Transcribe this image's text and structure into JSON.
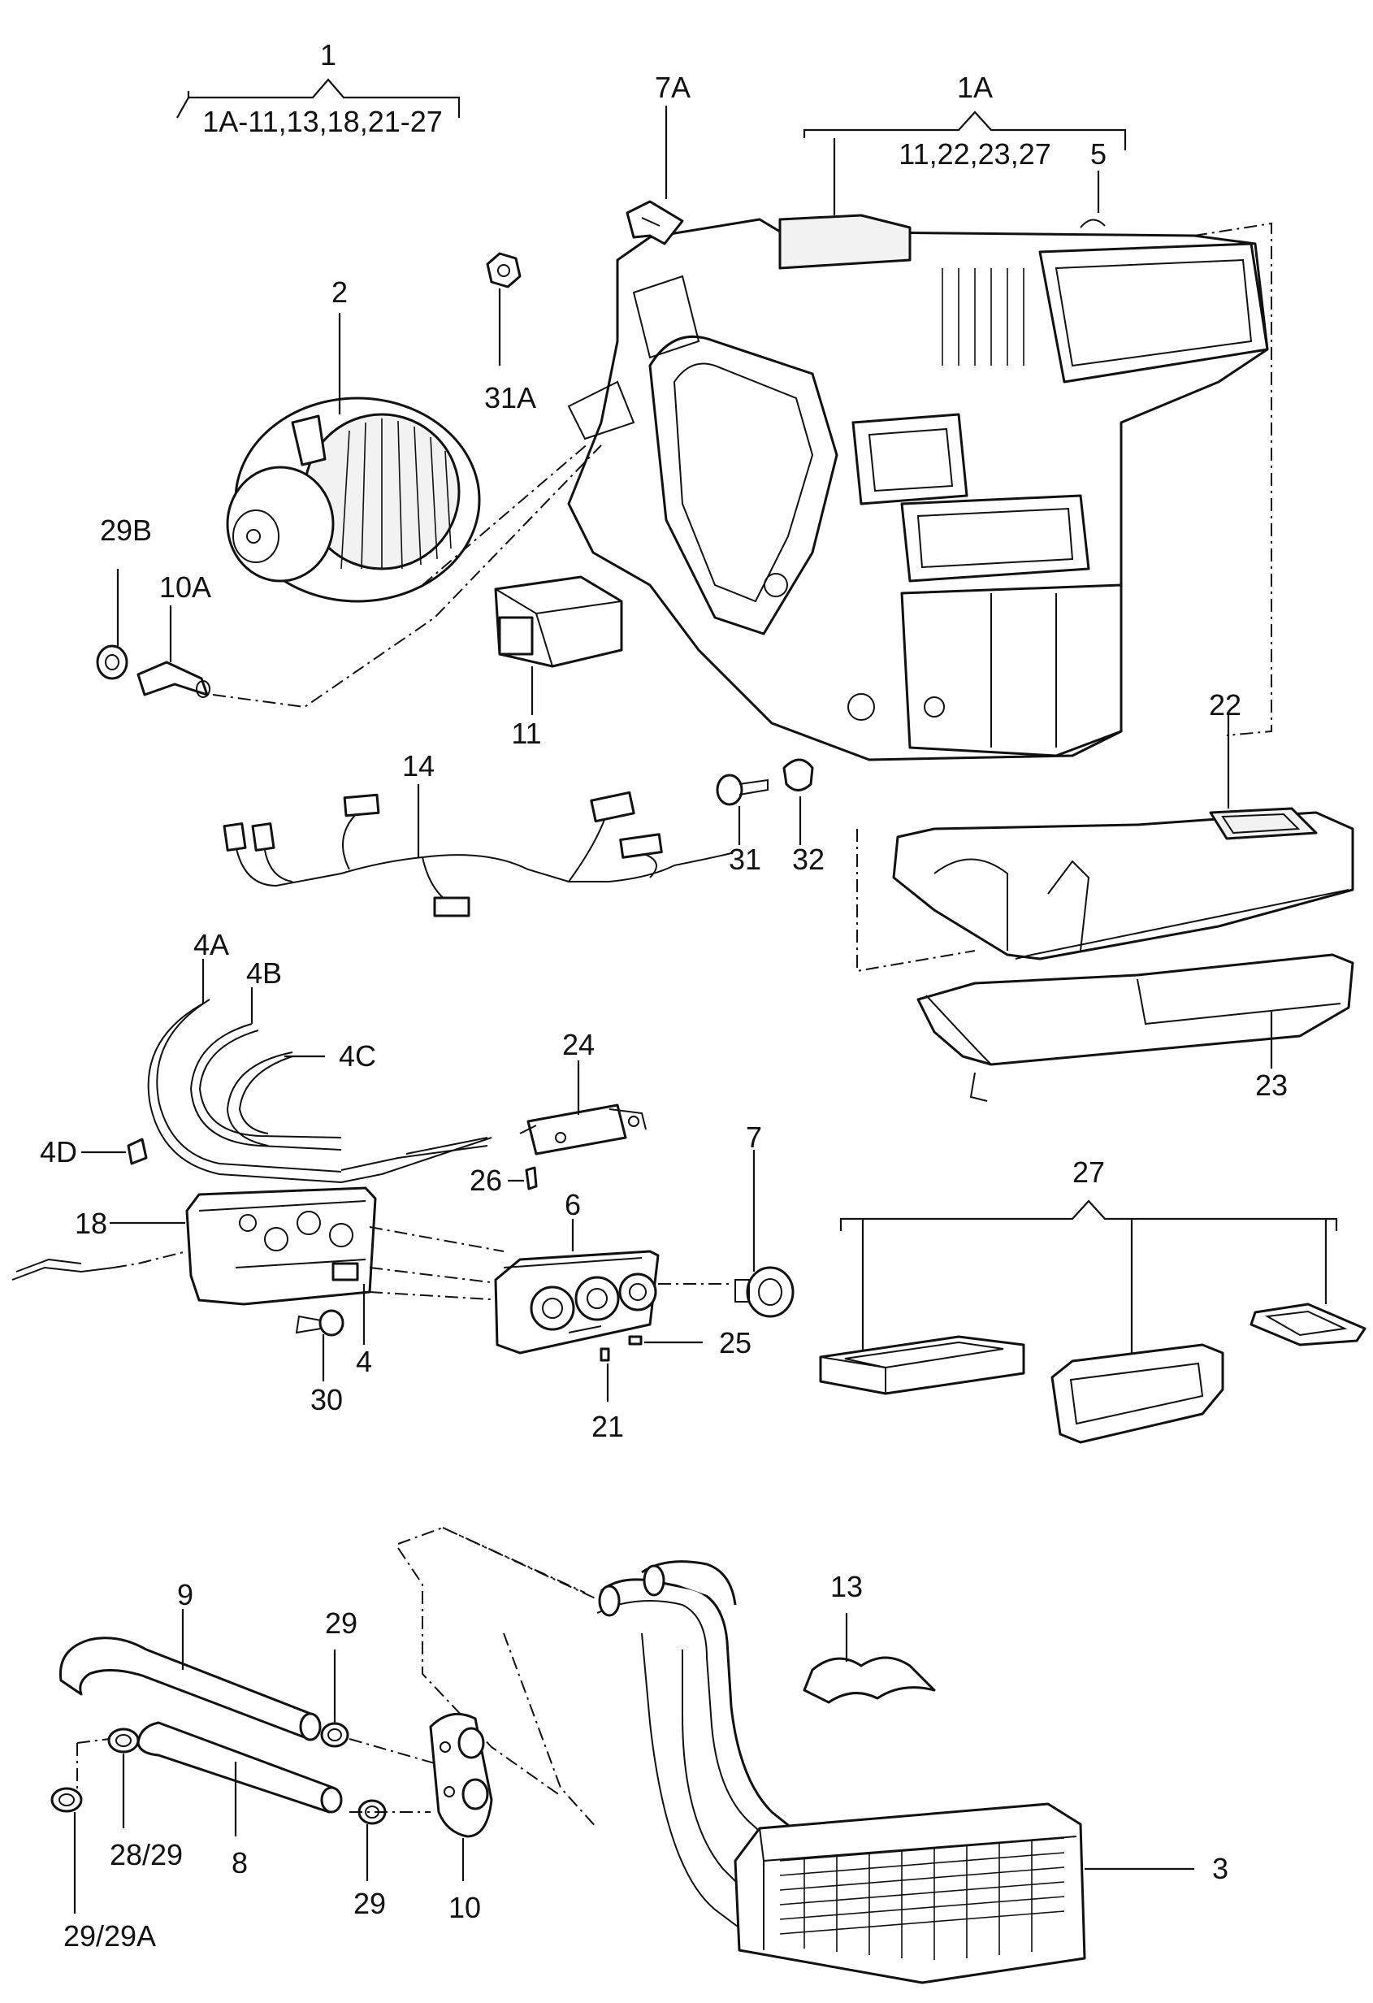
{
  "callouts": {
    "c1": "1",
    "c1_range": "1A-11,13,18,21-27",
    "c7A": "7A",
    "c1A": "1A",
    "c1A_range": "11,22,23,27",
    "c5": "5",
    "c2": "2",
    "c31A": "31A",
    "c29B": "29B",
    "c10A": "10A",
    "c11": "11",
    "c22": "22",
    "c14": "14",
    "c31": "31",
    "c32": "32",
    "c4A": "4A",
    "c4B": "4B",
    "c4C": "4C",
    "c4D": "4D",
    "c24": "24",
    "c23": "23",
    "c26": "26",
    "c7": "7",
    "c18": "18",
    "c6": "6",
    "c27": "27",
    "c25": "25",
    "c30": "30",
    "c4": "4",
    "c21": "21",
    "c13": "13",
    "c9": "9",
    "c29a": "29",
    "c3": "3",
    "c28_29": "28/29",
    "c8": "8",
    "c29b": "29",
    "c10": "10",
    "c29_29A": "29/29A"
  }
}
